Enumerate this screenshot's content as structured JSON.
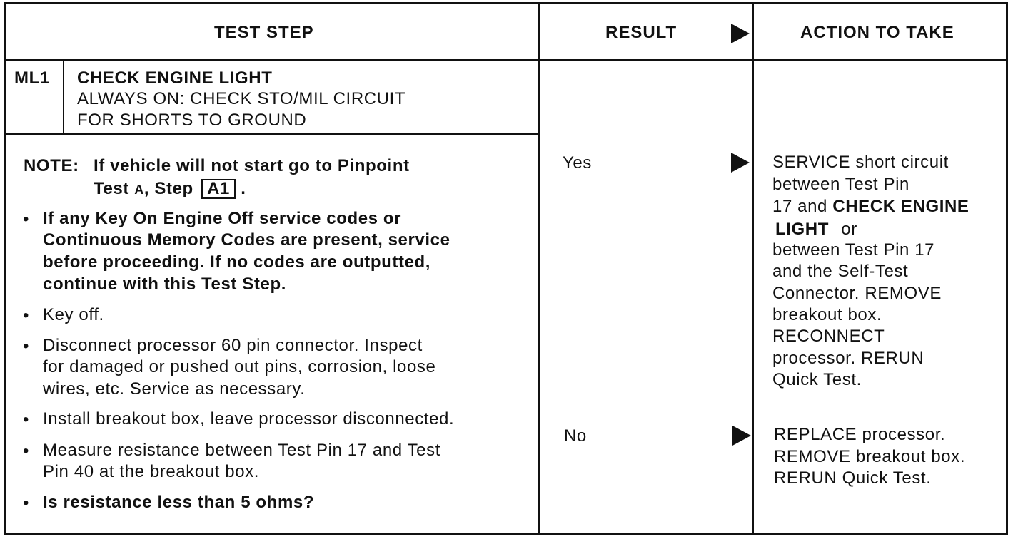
{
  "header": {
    "test_step": "TEST STEP",
    "result": "RESULT",
    "action": "ACTION TO TAKE"
  },
  "step": {
    "id": "ML1",
    "title": "CHECK ENGINE LIGHT",
    "subtitle_line1": "ALWAYS ON: CHECK STO/MIL CIRCUIT",
    "subtitle_line2": "FOR SHORTS TO GROUND"
  },
  "note": {
    "label": "NOTE:",
    "line1": "If vehicle will not start go to Pinpoint",
    "line2_prefix": "Test",
    "line2_a": "A",
    "line2_step": ", Step",
    "line2_box": "A1",
    "line2_suffix": "."
  },
  "bullets": [
    {
      "lines": [
        "If any Key On Engine Off service codes or",
        "Continuous Memory Codes are present, service",
        "before proceeding. If no codes are outputted,",
        "continue with this Test Step."
      ]
    },
    {
      "lines": [
        "Key off."
      ]
    },
    {
      "lines": [
        "Disconnect processor 60 pin connector. Inspect",
        "for damaged or pushed out pins, corrosion, loose",
        "wires, etc. Service as necessary."
      ]
    },
    {
      "lines": [
        "Install breakout box, leave processor disconnected."
      ]
    },
    {
      "lines": [
        "Measure resistance between Test Pin 17 and Test",
        "Pin 40 at the breakout box."
      ]
    },
    {
      "lines": [
        "Is resistance less than 5 ohms?"
      ]
    }
  ],
  "results": {
    "yes": "Yes",
    "no": "No"
  },
  "actions": {
    "yes_lines": [
      "SERVICE short circuit",
      "between Test Pin",
      "17 and",
      "CHECK ENGINE",
      "LIGHT",
      "or",
      "between Test Pin 17",
      "and the Self-Test",
      "Connector. REMOVE",
      "breakout box.",
      "RECONNECT",
      "processor. RERUN",
      "Quick Test."
    ],
    "no_lines": [
      "REPLACE processor.",
      "REMOVE breakout box.",
      "RERUN Quick Test."
    ]
  }
}
